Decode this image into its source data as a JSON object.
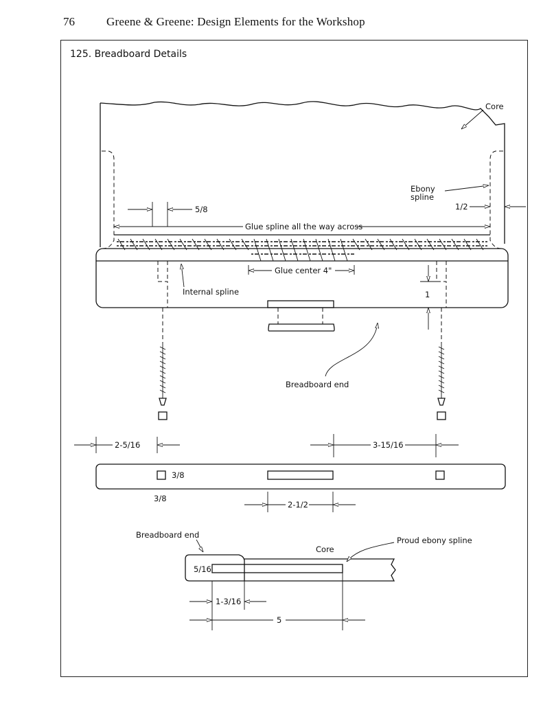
{
  "header": {
    "page_number": "76",
    "running_title": "Greene & Greene: Design Elements for the Workshop"
  },
  "figure": {
    "title": "125.  Breadboard Details"
  },
  "top_view": {
    "core_label": "Core",
    "ebony_spline_label": "Ebony spline",
    "ebony_spline_line1": "Ebony",
    "ebony_spline_line2": "spline",
    "dim_five_eighths": "5/8",
    "dim_half": "1/2",
    "glue_spline_note": "Glue spline all the way across",
    "glue_center_note": "Glue center 4\"",
    "internal_spline_label": "Internal spline",
    "dim_one": "1",
    "breadboard_end_label": "Breadboard end"
  },
  "end_view": {
    "dim_left_offset": "2-5/16",
    "dim_right_offset": "3-15/16",
    "hole_size_label": "3/8",
    "hole_size_label_below": "3/8",
    "dim_mortise_width": "2-1/2"
  },
  "section_view": {
    "breadboard_end_label": "Breadboard end",
    "core_label": "Core",
    "proud_spline_label": "Proud ebony spline",
    "dim_spline_thickness": "5/16",
    "dim_groove_offset": "1-3/16",
    "dim_overall": "5"
  }
}
